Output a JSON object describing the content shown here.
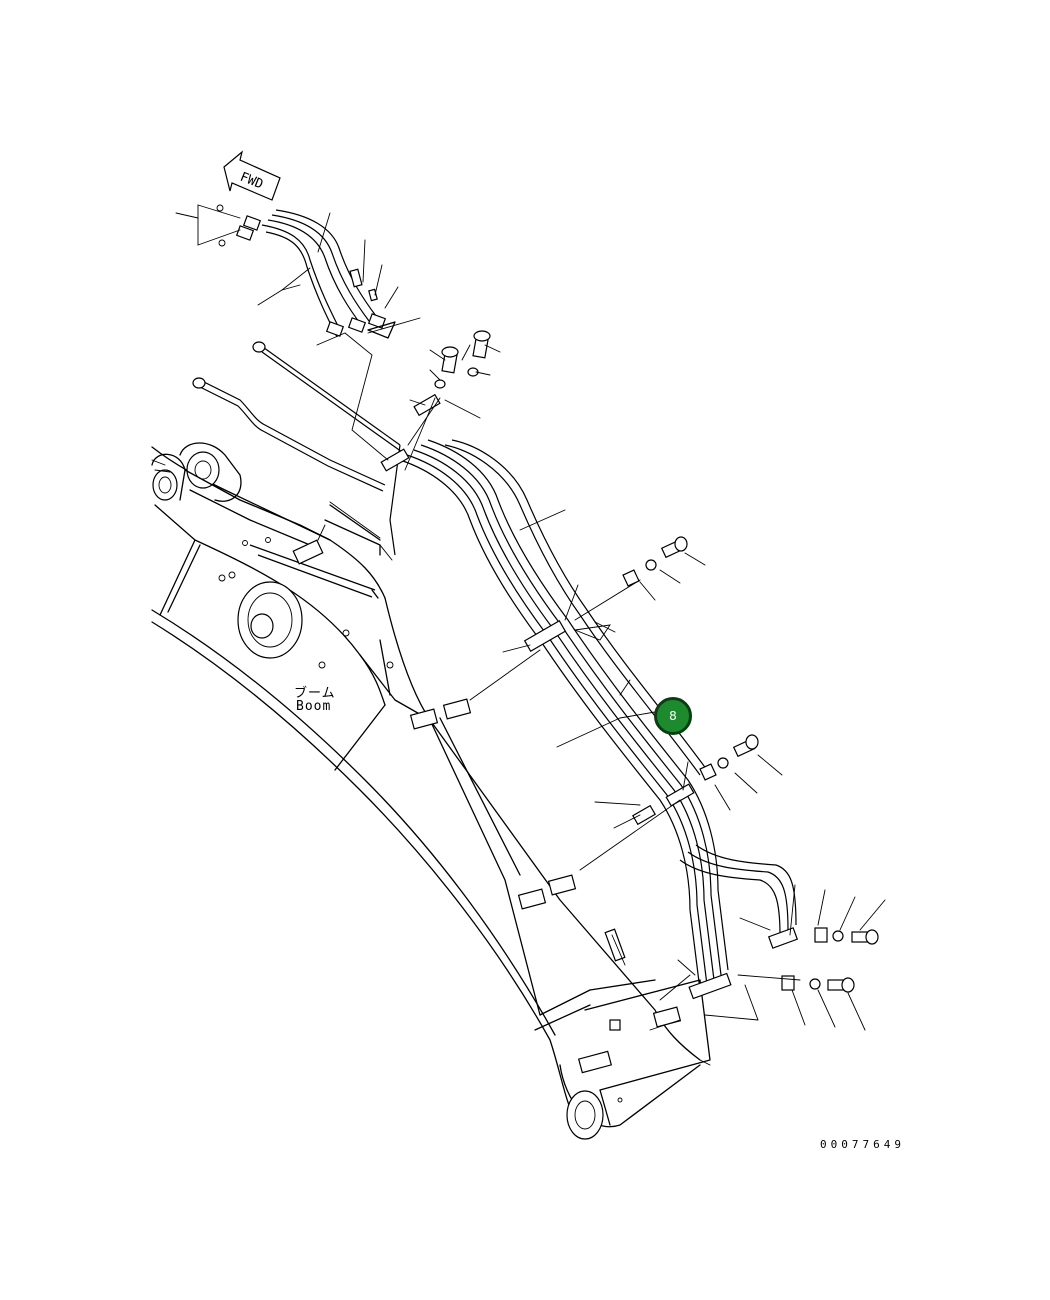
{
  "fwd_arrow": {
    "label": "FWD",
    "icon": "forward-arrow-icon"
  },
  "boom_label": {
    "japanese": "ブーム",
    "english": "Boom"
  },
  "drawing_number": "00077649",
  "callout": {
    "number": "8",
    "color": "#1e8a2e"
  }
}
